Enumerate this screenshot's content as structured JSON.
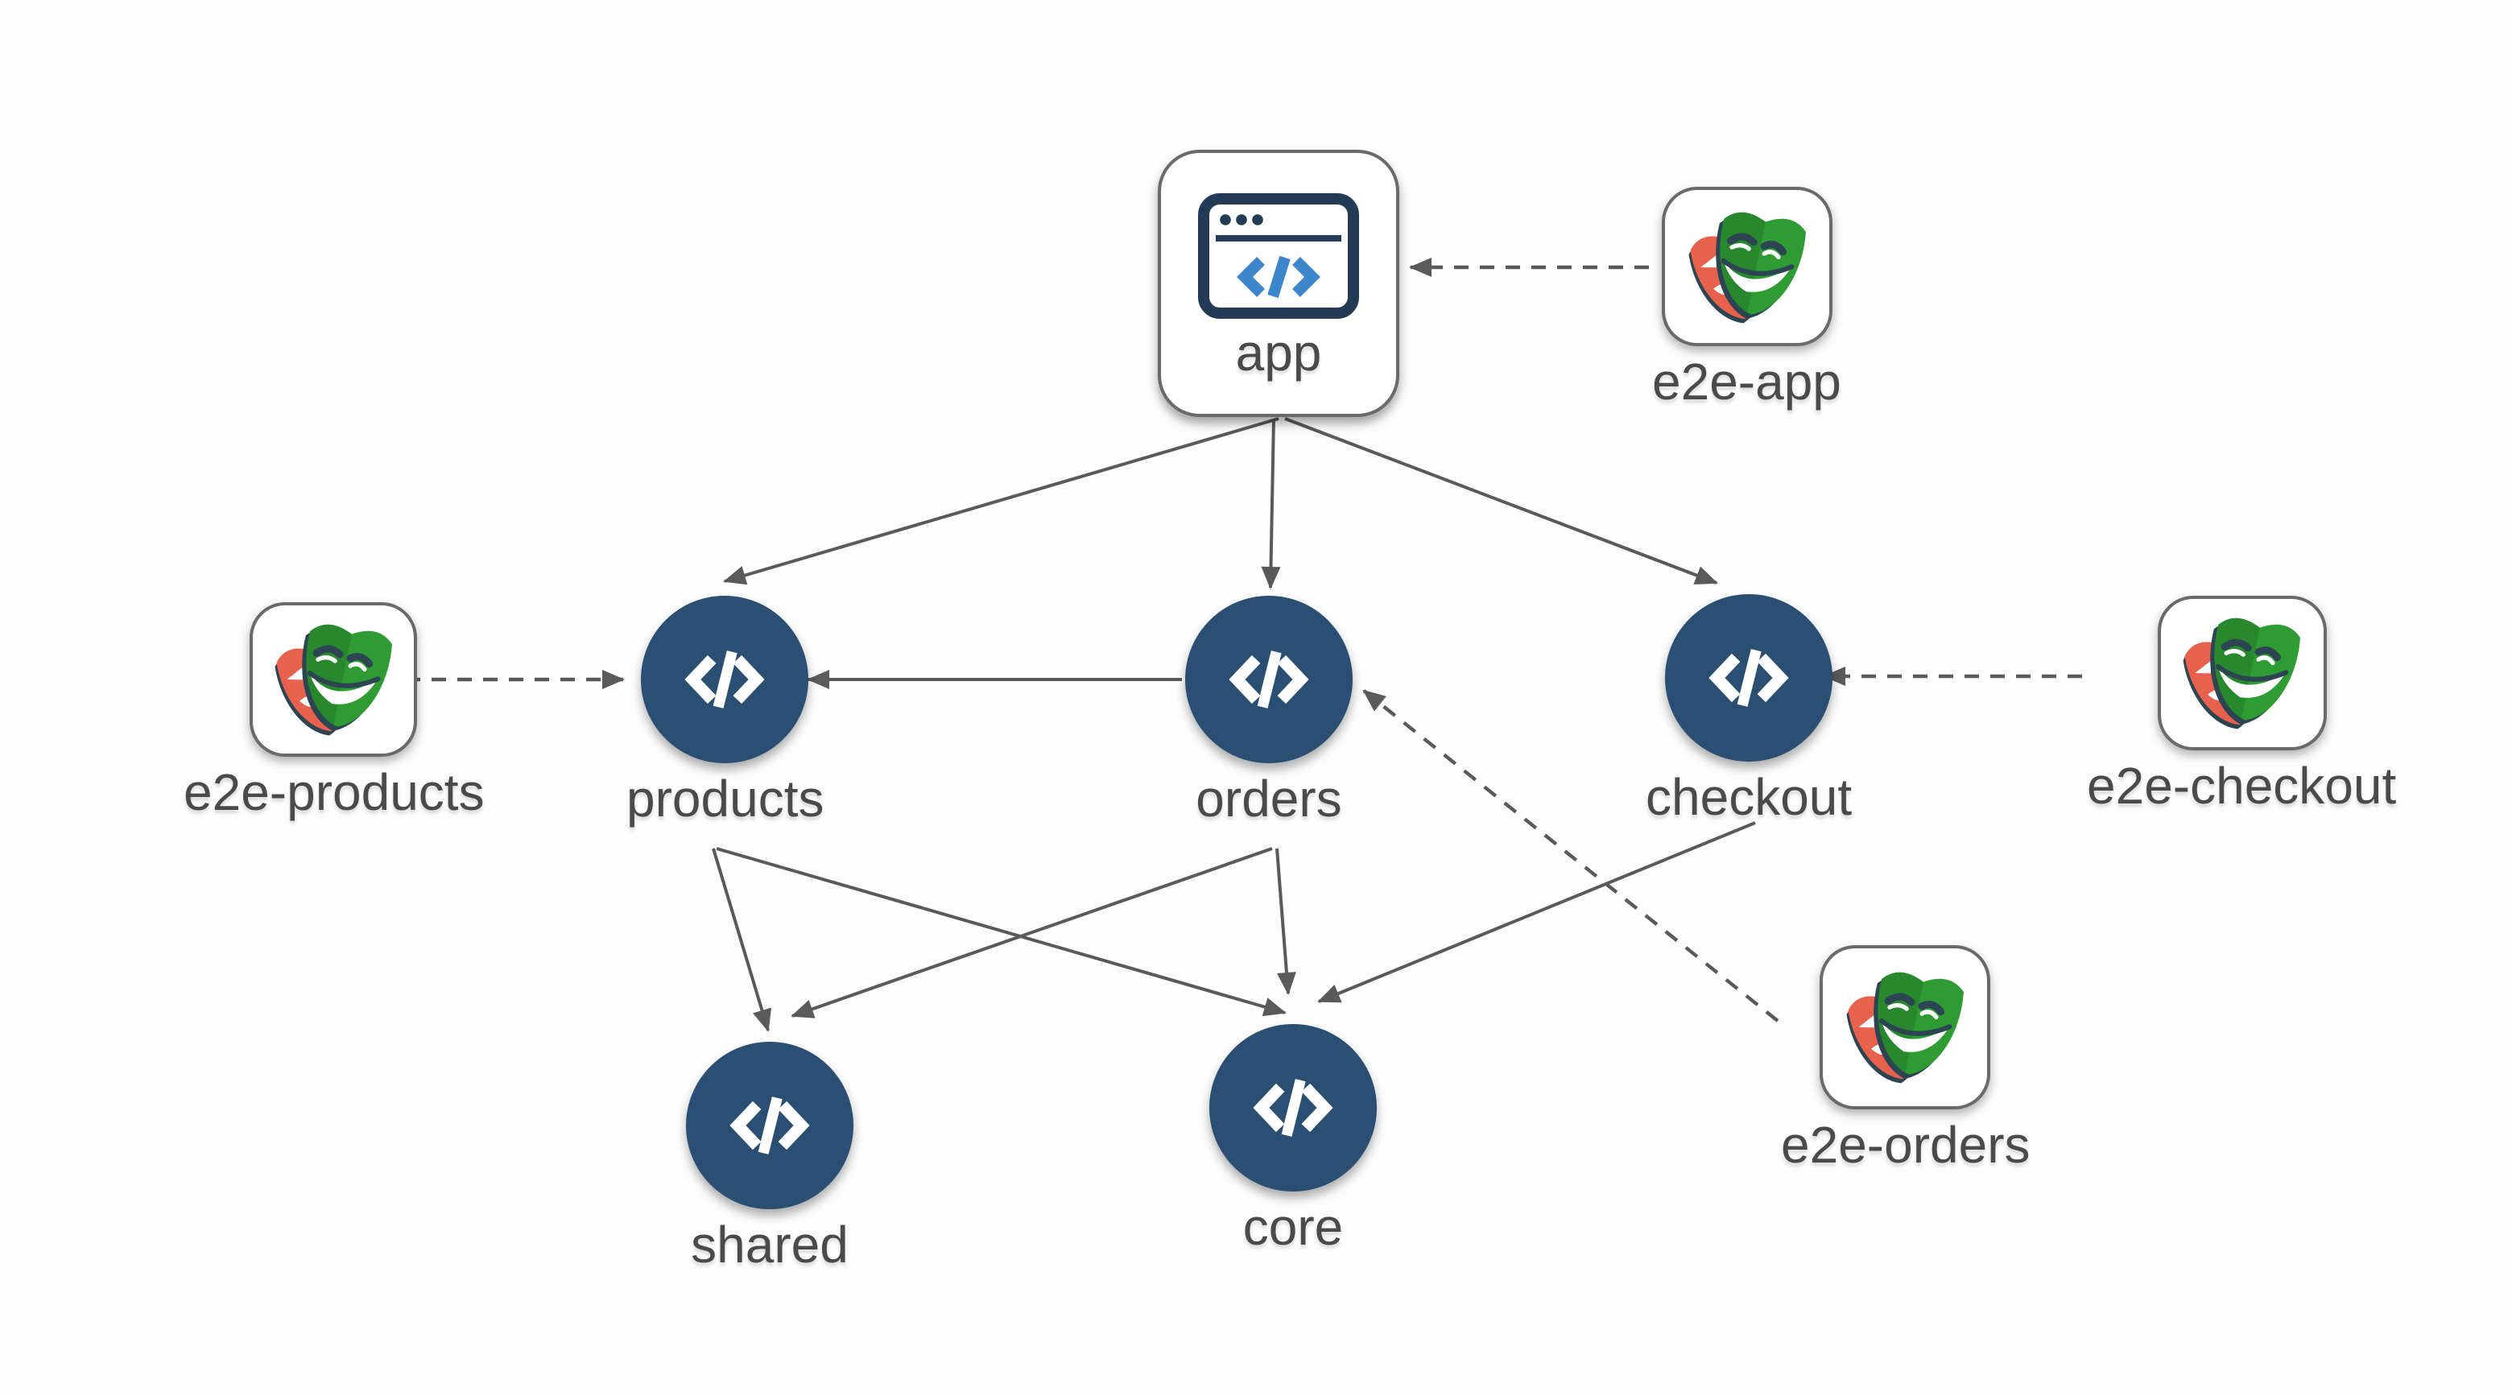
{
  "graph": {
    "nodes": [
      {
        "id": "app",
        "label": "app",
        "type": "application",
        "icon": "browser-window-code-icon"
      },
      {
        "id": "e2e-app",
        "label": "e2e-app",
        "type": "e2e-project",
        "icon": "playwright-masks-icon"
      },
      {
        "id": "products",
        "label": "products",
        "type": "library",
        "icon": "code-icon"
      },
      {
        "id": "orders",
        "label": "orders",
        "type": "library",
        "icon": "code-icon"
      },
      {
        "id": "checkout",
        "label": "checkout",
        "type": "library",
        "icon": "code-icon"
      },
      {
        "id": "e2e-products",
        "label": "e2e-products",
        "type": "e2e-project",
        "icon": "playwright-masks-icon"
      },
      {
        "id": "e2e-checkout",
        "label": "e2e-checkout",
        "type": "e2e-project",
        "icon": "playwright-masks-icon"
      },
      {
        "id": "shared",
        "label": "shared",
        "type": "library",
        "icon": "code-icon"
      },
      {
        "id": "core",
        "label": "core",
        "type": "library",
        "icon": "code-icon"
      },
      {
        "id": "e2e-orders",
        "label": "e2e-orders",
        "type": "e2e-project",
        "icon": "playwright-masks-icon"
      }
    ],
    "edges": [
      {
        "from": "app",
        "to": "products",
        "style": "solid"
      },
      {
        "from": "app",
        "to": "orders",
        "style": "solid"
      },
      {
        "from": "app",
        "to": "checkout",
        "style": "solid"
      },
      {
        "from": "orders",
        "to": "products",
        "style": "solid"
      },
      {
        "from": "products",
        "to": "shared",
        "style": "solid"
      },
      {
        "from": "products",
        "to": "core",
        "style": "solid"
      },
      {
        "from": "orders",
        "to": "shared",
        "style": "solid"
      },
      {
        "from": "orders",
        "to": "core",
        "style": "solid"
      },
      {
        "from": "checkout",
        "to": "core",
        "style": "solid"
      },
      {
        "from": "e2e-app",
        "to": "app",
        "style": "dashed"
      },
      {
        "from": "e2e-products",
        "to": "products",
        "style": "dashed"
      },
      {
        "from": "e2e-checkout",
        "to": "checkout",
        "style": "dashed"
      },
      {
        "from": "e2e-orders",
        "to": "orders",
        "style": "dashed"
      }
    ]
  },
  "colors": {
    "canvas_bg": "#FDFDFD",
    "library_node_fill": "#2B4F72",
    "node_border_gray": "#6A6A6A",
    "label_text": "#4A4A4A",
    "edge_gray": "#5A5A5A",
    "code_glyph": "#FFFFFF",
    "browser_icon_navy": "#243B55",
    "browser_code_blue": "#3E86CC",
    "mask_red": "#E8614D",
    "mask_green": "#2E9B33",
    "mask_green_dark": "#27882E",
    "mask_navy": "#2D4552"
  }
}
